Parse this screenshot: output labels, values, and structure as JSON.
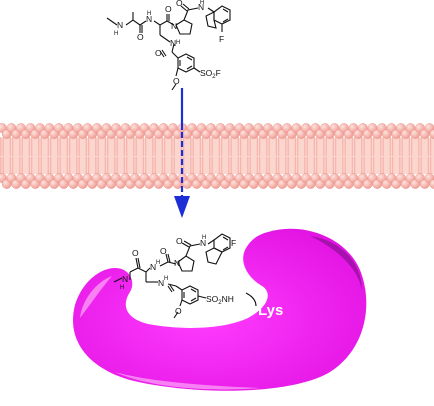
{
  "top_molecule": {
    "labels": {
      "nh_left": "N",
      "h_left": "H",
      "nh_mid": "N",
      "h_mid": "H",
      "o1": "O",
      "o2": "O",
      "o3": "O",
      "n_ring": "N",
      "nh_amide": "N",
      "h_amide": "H",
      "f": "F",
      "nh_lower": "N",
      "h_lower": "H",
      "o_carbonyl": "O",
      "so2f": "SO",
      "so2f_sub": "2",
      "so2f_tail": "F",
      "o_methoxy": "O"
    }
  },
  "bottom_molecule": {
    "labels": {
      "n_ring": "N",
      "nh_amide": "N",
      "h_amide": "H",
      "f": "F",
      "o1": "O",
      "o2": "O",
      "o3": "O",
      "nh_left": "N",
      "h_left": "H",
      "nh_mid": "N",
      "h_mid": "H",
      "nh_lower": "N",
      "h_lower": "H",
      "o_methoxy": "O",
      "so2nh": "SO",
      "so2nh_sub": "2",
      "so2nh_tail": "NH"
    }
  },
  "protein_label": "Lys",
  "colors": {
    "membrane_head": "#f2a29a",
    "membrane_head_highlight": "#fde2de",
    "membrane_tail": "#f6b3aa",
    "arrow": "#1c2fd6",
    "protein": "#ee22ee",
    "protein_dark": "#a012a8",
    "protein_light": "#f88cf4"
  }
}
